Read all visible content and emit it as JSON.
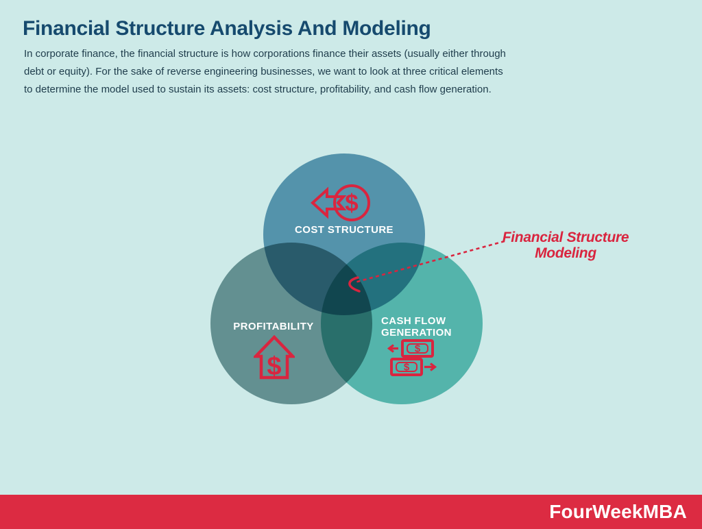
{
  "colors": {
    "background": "#cdeae8",
    "title_navy": "#164a6e",
    "body_text": "#1e3c4b",
    "circle_cost": "#568ba5",
    "circle_profitability": "#6c8f92",
    "circle_cash_flow": "#5bb1a9",
    "center_overlap": "#1c4357",
    "accent_red": "#d9253f",
    "footer_red": "#dc2b42",
    "label_white": "#ffffff"
  },
  "header": {
    "title": "Financial Structure Analysis And Modeling",
    "description_line1": "In corporate finance, the financial structure is how corporations finance their assets (usually either through",
    "description_line2": "debt or equity). For the sake of reverse engineering businesses, we want to look at three critical elements",
    "description_line3": "to determine the model used to sustain its assets: cost structure, profitability, and cash flow generation."
  },
  "venn": {
    "cost_label": "COST STRUCTURE",
    "profitability_label": "PROFITABILITY",
    "cash_label_line1": "CASH FLOW",
    "cash_label_line2": "GENERATION",
    "annotation_line1": "Financial Structure",
    "annotation_line2": "Modeling"
  },
  "icons": {
    "cost": "dollar-coin-outflow-icon",
    "profitability": "house-dollar-icon",
    "cash_flow": "money-bills-transfer-icon",
    "dollar_glyph": "$"
  },
  "footer": {
    "brand": "FourWeekMBA"
  }
}
